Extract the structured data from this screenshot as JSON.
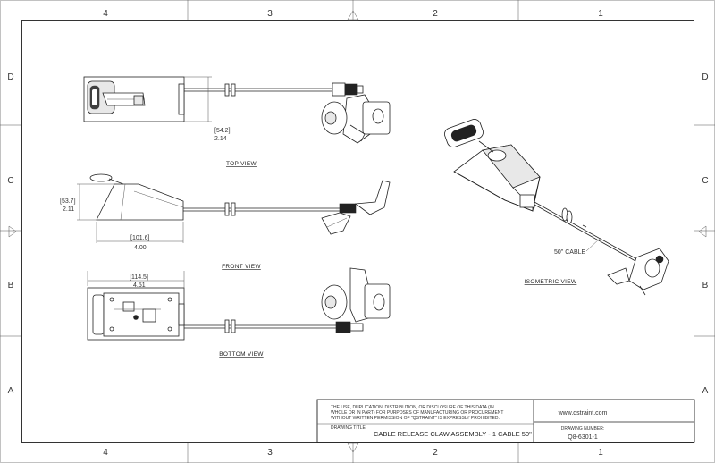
{
  "zones": {
    "top": [
      "4",
      "3",
      "2",
      "1"
    ],
    "bottom": [
      "4",
      "3",
      "2",
      "1"
    ],
    "left": [
      "D",
      "C",
      "B",
      "A"
    ],
    "right": [
      "D",
      "C",
      "B",
      "A"
    ]
  },
  "views": {
    "top": "TOP VIEW",
    "front": "FRONT VIEW",
    "bottom": "BOTTOM VIEW",
    "isometric": "ISOMETRIC VIEW"
  },
  "dimensions": {
    "top_height_mm": "[54.2]",
    "top_height_in": "2.14",
    "front_height_mm": "[53.7]",
    "front_height_in": "2.11",
    "front_length_mm": "[101.6]",
    "front_length_in": "4.00",
    "bottom_width_mm": "[114.5]",
    "bottom_width_in": "4.51"
  },
  "callouts": {
    "cable": "50\" CABLE"
  },
  "title_block": {
    "notice_line1": "THE USE, DUPLICATION, DISTRIBUTION, OR DISCLOSURE OF THIS DATA (IN",
    "notice_line2": "WHOLE OR IN PART) FOR PURPOSES OF MANUFACTURING OR PROCUREMENT",
    "notice_line3": "WITHOUT WRITTEN PERMISSION OF \"QSTRAINT\" IS EXPRESSLY PROHIBITED.",
    "drawing_title_label": "DRAWING TITLE:",
    "drawing_title": "CABLE RELEASE CLAW ASSEMBLY - 1 CABLE 50\"",
    "website": "www.qstraint.com",
    "drawing_number_label": "DRAWING NUMBER:",
    "drawing_number": "Q8-6301-1"
  }
}
